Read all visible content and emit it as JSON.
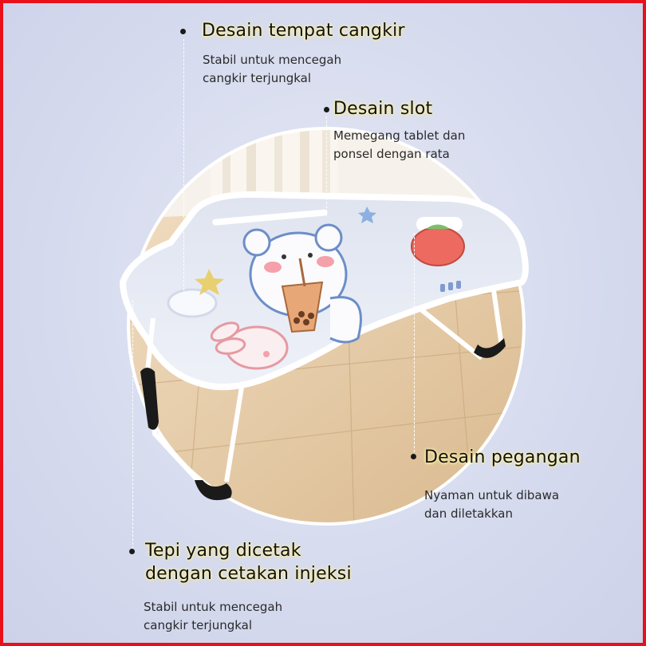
{
  "features": [
    {
      "title": "Desain tempat cangkir",
      "desc": [
        "Stabil untuk mencegah",
        "cangkir terjungkal"
      ]
    },
    {
      "title": "Desain slot",
      "desc": [
        "Memegang tablet dan",
        "ponsel dengan rata"
      ]
    },
    {
      "title": "Desain pegangan",
      "desc": [
        "Nyaman untuk dibawa",
        "dan diletakkan"
      ]
    },
    {
      "title_lines": [
        "Tepi yang dicetak",
        "dengan cetakan injeksi"
      ],
      "desc": [
        "Stabil untuk mencegah",
        "cangkir terjungkal"
      ]
    }
  ],
  "colors": {
    "border": "#e8101a",
    "background": "#d5daee",
    "table_top": "#e9edf6",
    "leg": "#ffffff",
    "foot": "#1a1a1a",
    "highlight": "#fff5a8"
  }
}
